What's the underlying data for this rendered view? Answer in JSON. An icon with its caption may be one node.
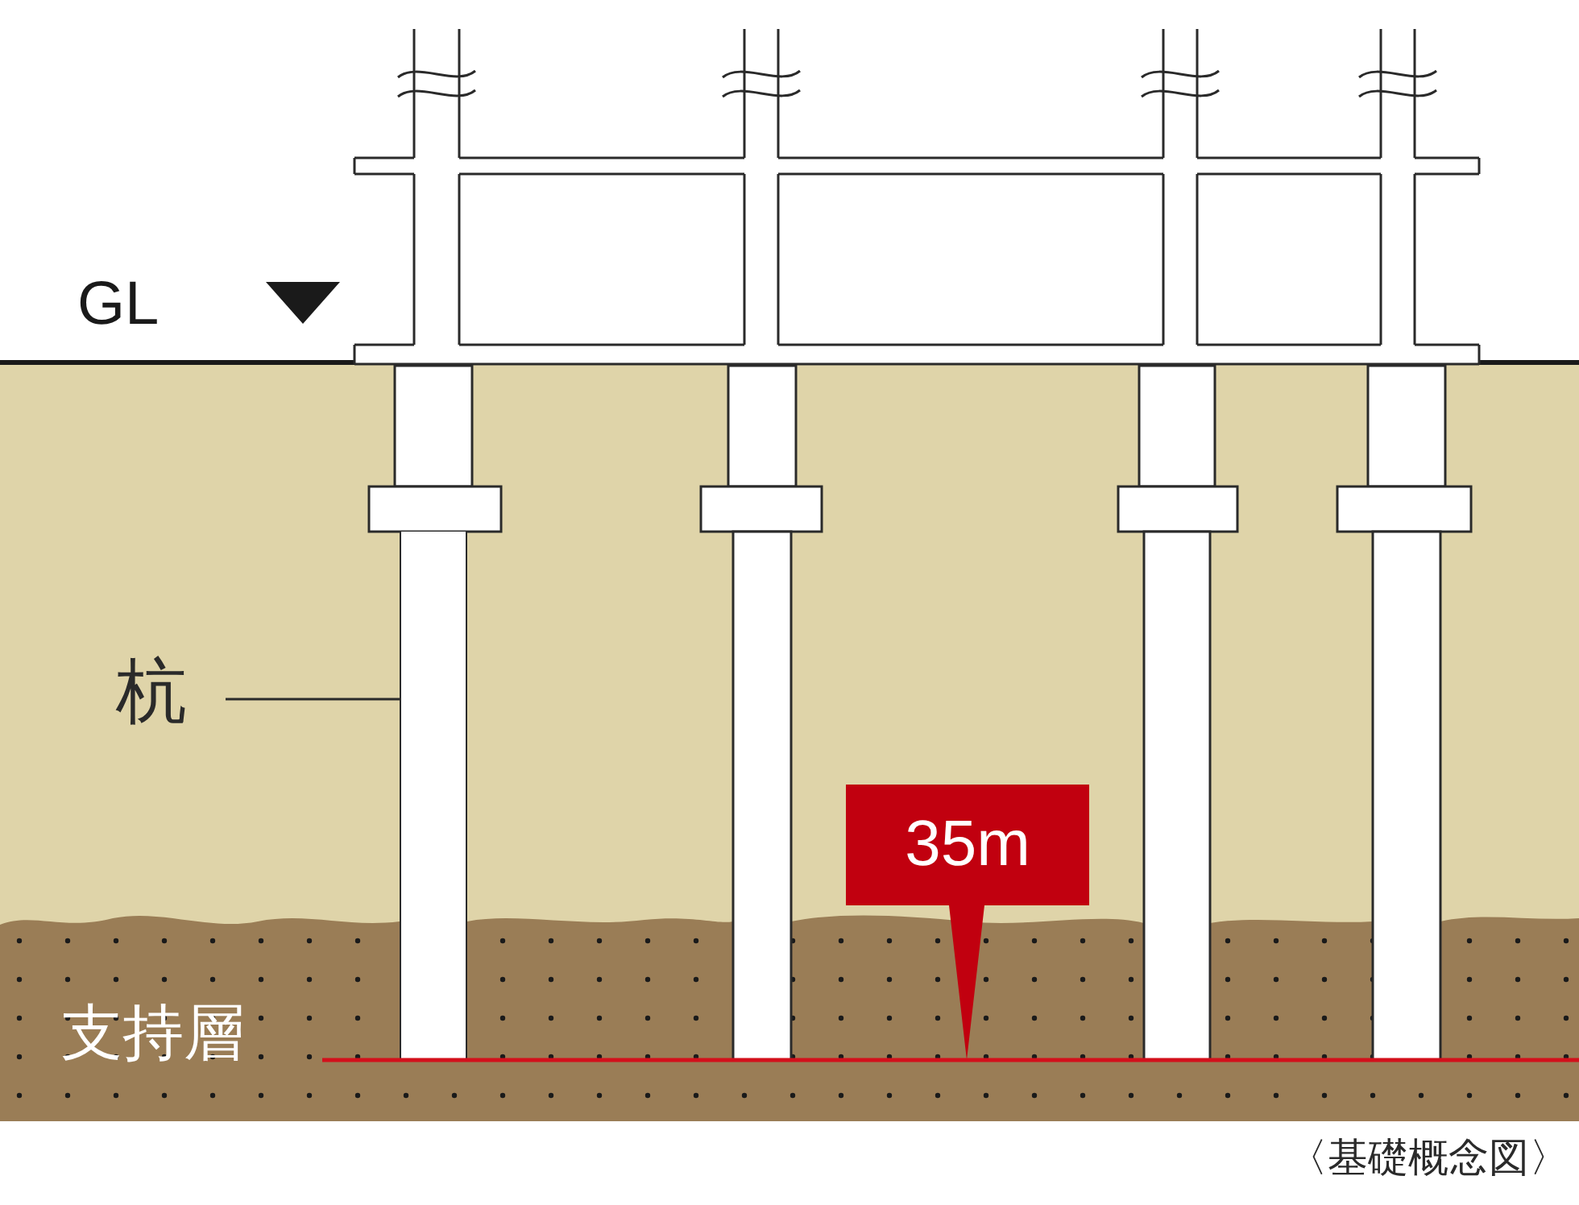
{
  "diagram": {
    "caption": "〈基礎概念図〉",
    "nodes": [
      {
        "text": [
          "杭"
        ]
      },
      {
        "text": [],
        "shape": "bar"
      },
      {
        "text": [
          "35m"
        ]
      }
    ],
    "edges": [
      {
        "from": 0,
        "to": 1,
        "arrow": "none"
      }
    ],
    "labels": [
      "GL",
      "支持層"
    ]
  }
}
